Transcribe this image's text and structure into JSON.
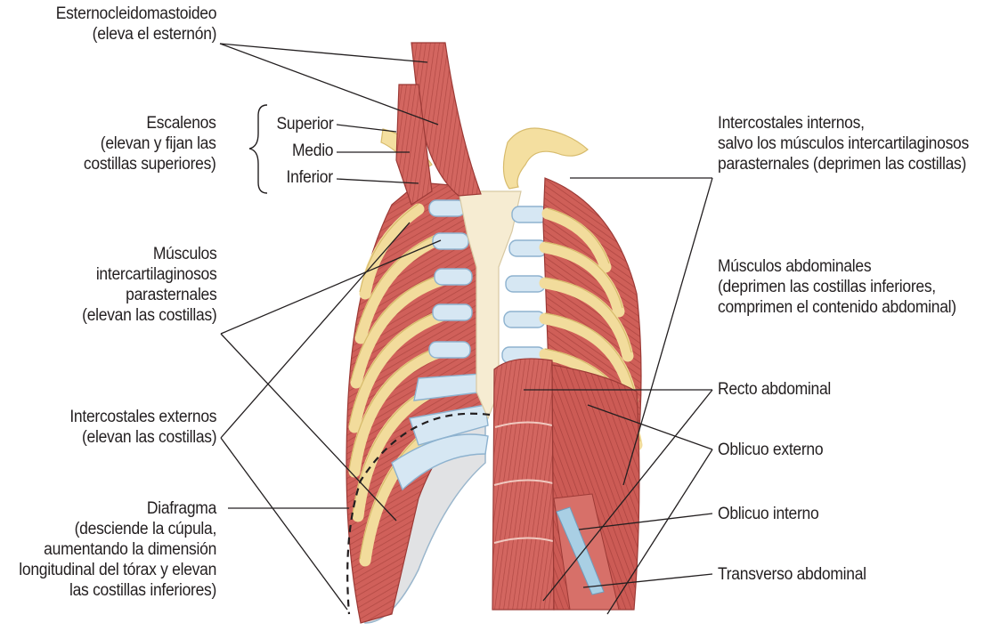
{
  "left_labels": {
    "esternocleidomastoideo": "Esternocleidomastoideo\n(eleva el esternón)",
    "escalenos": "Escalenos\n(elevan y fijan las\ncostillas superiores)",
    "superior": "Superior",
    "medio": "Medio",
    "inferior": "Inferior",
    "intercartilaginosos": "Músculos\nintercartilaginosos\nparasternales\n(elevan las costillas)",
    "intercostales_externos": "Intercostales externos\n(elevan las costillas)",
    "diafragma": "Diafragma\n(desciende la cúpula,\naumentando la dimensión\nlongitudinal del tórax y elevan\nlas costillas inferiores)"
  },
  "right_labels": {
    "intercostales_internos": "Intercostales internos,\nsalvo los músculos intercartilaginosos\nparasternales (deprimen las costillas)",
    "abdominales": "Músculos abdominales\n(deprimen las costillas inferiores,\ncomprimen el contenido abdominal)",
    "recto": "Recto abdominal",
    "oblicuo_externo": "Oblicuo externo",
    "oblicuo_interno": "Oblicuo interno",
    "transverso": "Transverso abdominal"
  },
  "colors": {
    "muscle": "#d0605a",
    "muscle_dark": "#a8403c",
    "muscle_light": "#e8958a",
    "bone": "#f4dfa0",
    "bone_edge": "#d9bd6f",
    "cartilage": "#d5e6f2",
    "cartilage_edge": "#8fb3cf",
    "diaphragm": "#dfe1e3",
    "line": "#231f20"
  }
}
